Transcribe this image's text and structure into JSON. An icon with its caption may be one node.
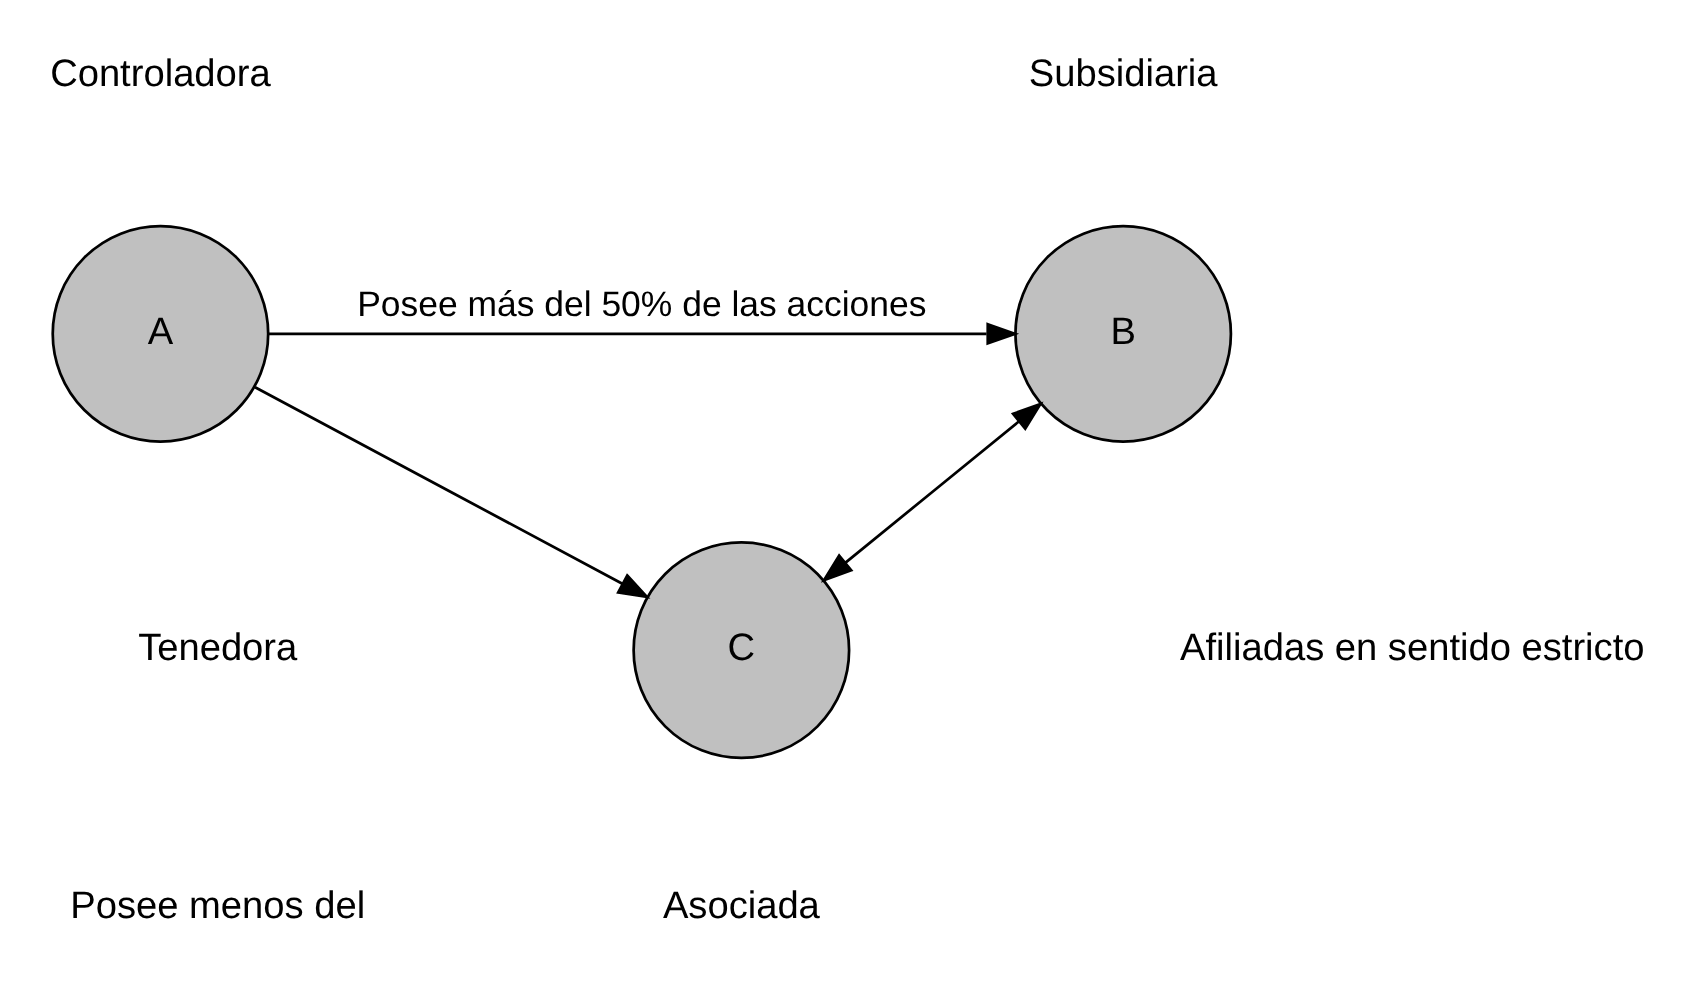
{
  "diagram": {
    "nodes": [
      {
        "text": [
          "A"
        ],
        "beside": [
          "Controladora"
        ]
      },
      {
        "text": [
          "B"
        ],
        "beside": [
          "Subsidiaria"
        ]
      },
      {
        "text": [
          "C"
        ],
        "beside": [
          "Asociada"
        ]
      }
    ],
    "edges": [
      {
        "from": 0,
        "to": 1,
        "arrow": "to",
        "label": "Posee más del 50% de las acciones"
      },
      {
        "from": 0,
        "to": 2,
        "arrow": "to"
      },
      {
        "from": 2,
        "to": 1,
        "arrow": "both"
      }
    ],
    "labels": [
      "Tenedora",
      "Posee menos del",
      "Afiliadas en sentido estricto"
    ]
  }
}
